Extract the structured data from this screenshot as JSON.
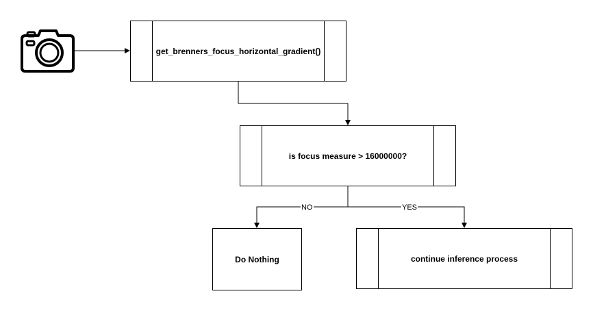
{
  "diagram": {
    "nodes": {
      "brenner": {
        "label": "get_brenners_focus_horizontal_gradient()"
      },
      "decision": {
        "label": "is focus measure > 16000000?"
      },
      "nothing": {
        "label": "Do Nothing"
      },
      "continue": {
        "label": "continue inference process"
      }
    },
    "edges": {
      "no": {
        "label": "NO"
      },
      "yes": {
        "label": "YES"
      }
    },
    "icons": {
      "source": "camera-icon"
    },
    "colors": {
      "stroke": "#000000",
      "fill": "#ffffff"
    }
  }
}
